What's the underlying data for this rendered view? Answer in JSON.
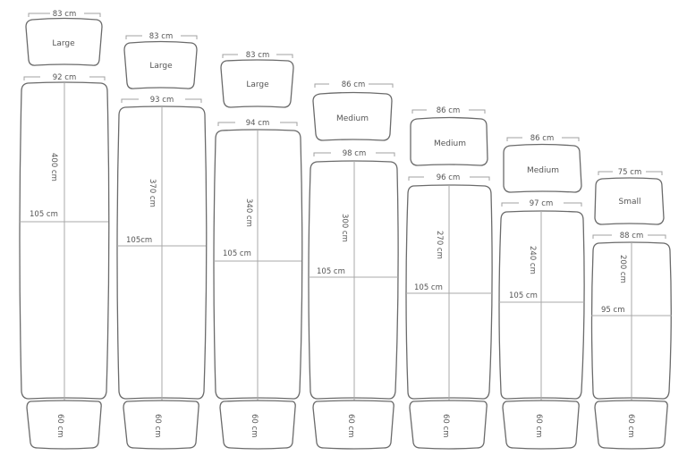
{
  "diagram": {
    "title": "",
    "colors": {
      "outline": "#6b6b6b",
      "guide": "#a8a8a8",
      "text": "#555555",
      "background": "#ffffff"
    },
    "pieces": [
      {
        "size_label": "Large",
        "top_width": "83 cm",
        "body_width": "92 cm",
        "length": "400 cm",
        "cross_width": "105 cm",
        "tail_length": "60 cm"
      },
      {
        "size_label": "Large",
        "top_width": "83 cm",
        "body_width": "93 cm",
        "length": "370 cm",
        "cross_width": "105cm",
        "tail_length": "60 cm"
      },
      {
        "size_label": "Large",
        "top_width": "83 cm",
        "body_width": "94 cm",
        "length": "340 cm",
        "cross_width": "105 cm",
        "tail_length": "60 cm"
      },
      {
        "size_label": "Medium",
        "top_width": "86 cm",
        "body_width": "98 cm",
        "length": "300 cm",
        "cross_width": "105 cm",
        "tail_length": "60 cm"
      },
      {
        "size_label": "Medium",
        "top_width": "86 cm",
        "body_width": "96 cm",
        "length": "270 cm",
        "cross_width": "105 cm",
        "tail_length": "60 cm"
      },
      {
        "size_label": "Medium",
        "top_width": "86 cm",
        "body_width": "97 cm",
        "length": "240 cm",
        "cross_width": "105 cm",
        "tail_length": "60 cm"
      },
      {
        "size_label": "Small",
        "top_width": "75 cm",
        "body_width": "88 cm",
        "length": "200 cm",
        "cross_width": "95 cm",
        "tail_length": "60 cm"
      }
    ]
  }
}
